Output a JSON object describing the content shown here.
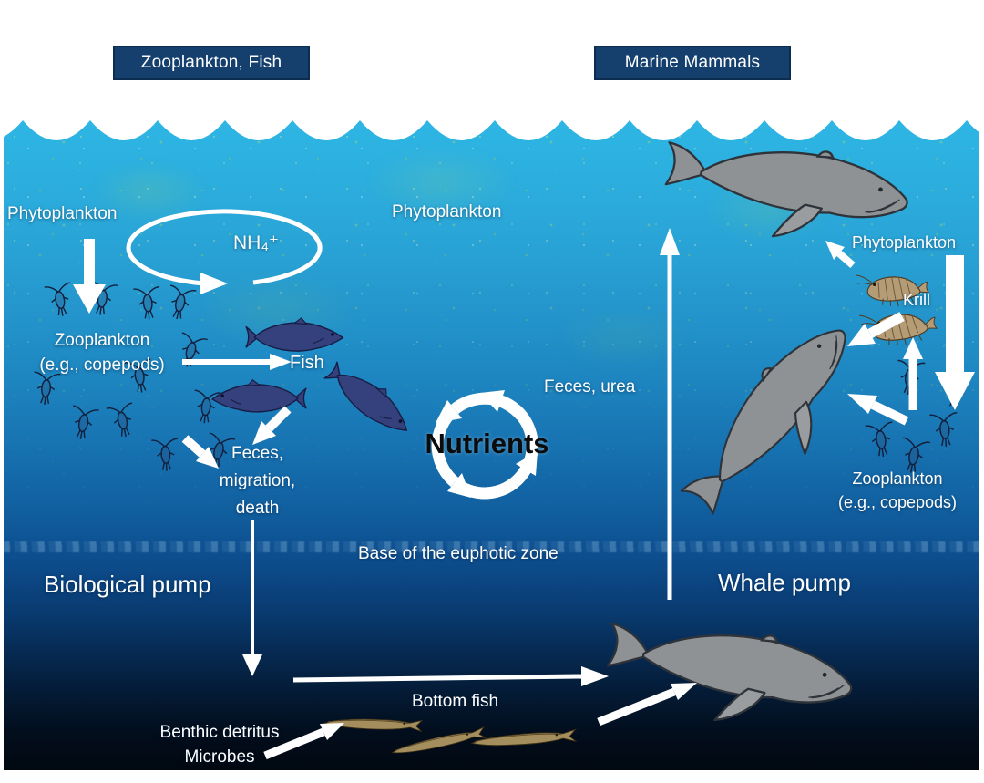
{
  "boxes": {
    "zooplankton_fish": "Zooplankton, Fish",
    "marine_mammals": "Marine Mammals"
  },
  "labels": {
    "phytoplankton_left": "Phytoplankton",
    "nh4": "NH₄⁺",
    "phytoplankton_center": "Phytoplankton",
    "zooplankton_left_line1": "Zooplankton",
    "zooplankton_left_line2": "(e.g., copepods)",
    "fish": "Fish",
    "feces_line1": "Feces,",
    "feces_line2": "migration,",
    "feces_line3": "death",
    "nutrients": "Nutrients",
    "feces_urea": "Feces, urea",
    "euphotic": "Base of the euphotic zone",
    "biological_pump": "Biological pump",
    "whale_pump": "Whale pump",
    "phytoplankton_right": "Phytoplankton",
    "krill": "Krill",
    "zooplankton_right_line1": "Zooplankton",
    "zooplankton_right_line2": "(e.g., copepods)",
    "bottom_fish": "Bottom fish",
    "benthic_line1": "Benthic detritus",
    "benthic_line2": "Microbes"
  },
  "colors": {
    "surface_water": "#2eb6e4",
    "deep_water": "#010810",
    "title_box": "#15406e",
    "arrow": "#ffffff",
    "fish_body": "#35417d",
    "whale_body": "#8f9295",
    "krill_body": "#b49c76",
    "bottom_fish_body": "#a58e5e",
    "speckle_green": "#a8d45c",
    "nutrients_text": "#0b0b0b"
  },
  "figures": {
    "surface_whale": "whale-icon",
    "diving_whale": "whale-icon",
    "deep_whale": "whale-icon",
    "fish_school": "fish-icon",
    "copepods": "copepod-icon",
    "krill": "krill-icon",
    "bottom_fish_school": "bottom-fish-icon",
    "ammonium_loop": "loop-arrow-icon",
    "nutrient_cycle": "recycle-arrows-icon",
    "sea_surface": "wave-surface"
  }
}
